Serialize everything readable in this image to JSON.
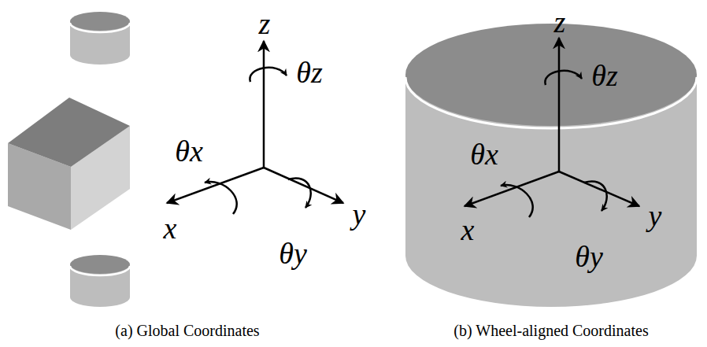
{
  "diagram": {
    "labels": [
      "z",
      "θz",
      "θx",
      "x",
      "y",
      "θy",
      "(a) Global Coordinates",
      "z",
      "θz",
      "θx",
      "x",
      "y",
      "θy",
      "(b) Wheel-aligned Coordinates"
    ]
  }
}
